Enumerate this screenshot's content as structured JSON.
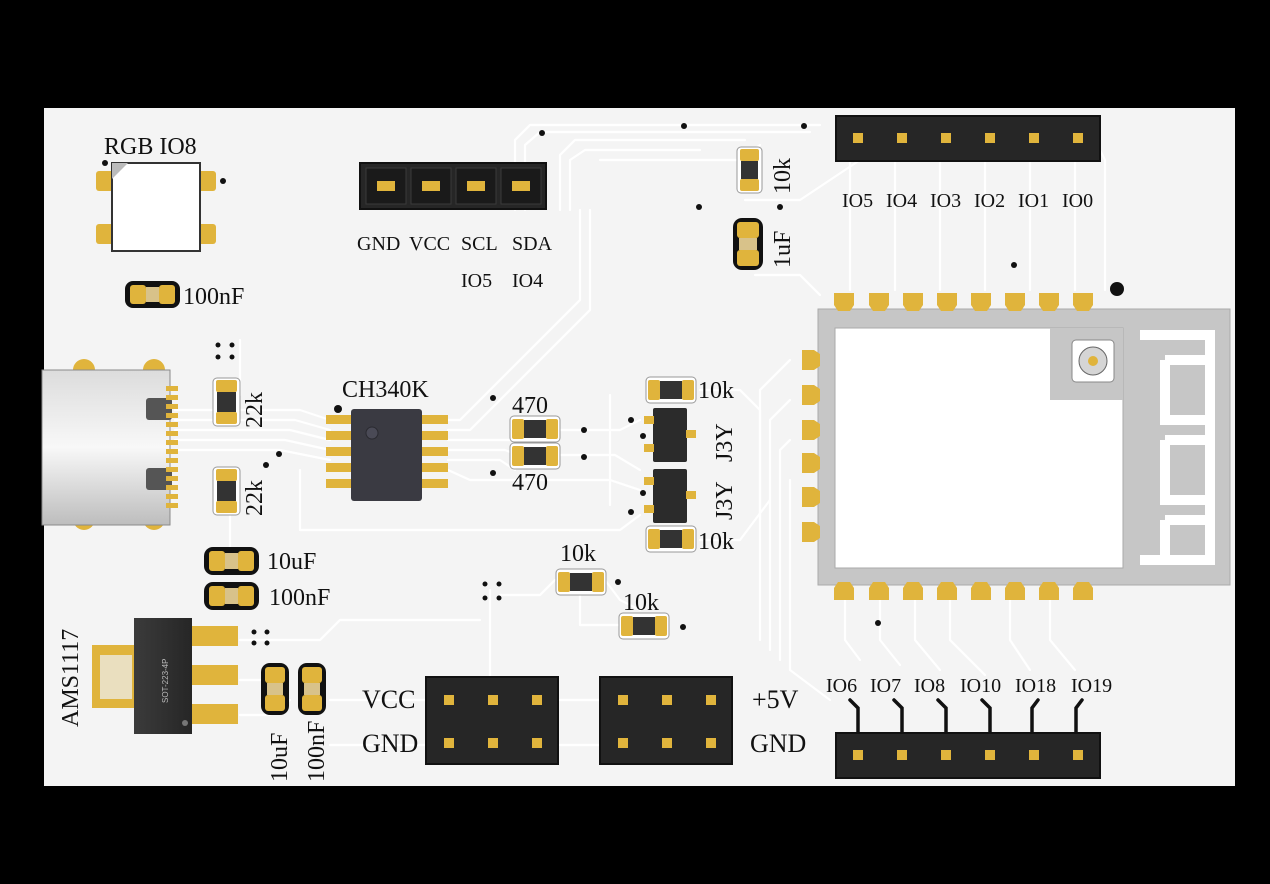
{
  "colors": {
    "background": "#000000",
    "board": "#f4f4f4",
    "trace": "#ffffff",
    "pad": "#e0b43c",
    "header_body": "#262626",
    "ic_body": "#3a3a42",
    "silkscreen": "#111111"
  },
  "labels": {
    "rgb_led": "RGB IO8",
    "led_cap": "100nF",
    "i2c_pins": [
      "GND",
      "VCC",
      "SCL",
      "SDA"
    ],
    "i2c_gpio": [
      "IO5",
      "IO4"
    ],
    "top_pins": [
      "IO5",
      "IO4",
      "IO3",
      "IO2",
      "IO1",
      "IO0"
    ],
    "bottom_pins": [
      "IO6",
      "IO7",
      "IO8",
      "IO10",
      "IO18",
      "IO19"
    ],
    "en_resistor": "10k",
    "en_cap": "1uF",
    "cc_resistor_1": "22k",
    "cc_resistor_2": "22k",
    "usb_uart_ic": "CH340K",
    "series_resistor_1": "470",
    "series_resistor_2": "470",
    "transistor_1": "J3Y",
    "transistor_2": "J3Y",
    "base_resistor_1": "10k",
    "base_resistor_2": "10k",
    "mid_resistor_1": "10k",
    "mid_resistor_2": "10k",
    "input_cap_1": "10uF",
    "input_cap_2": "100nF",
    "regulator": "AMS1117",
    "regulator_package": "SOT-223-4P",
    "output_cap_1": "10uF",
    "output_cap_2": "100nF",
    "power_header_left": [
      "VCC",
      "GND"
    ],
    "power_header_right": [
      "+5V",
      "GND"
    ]
  }
}
